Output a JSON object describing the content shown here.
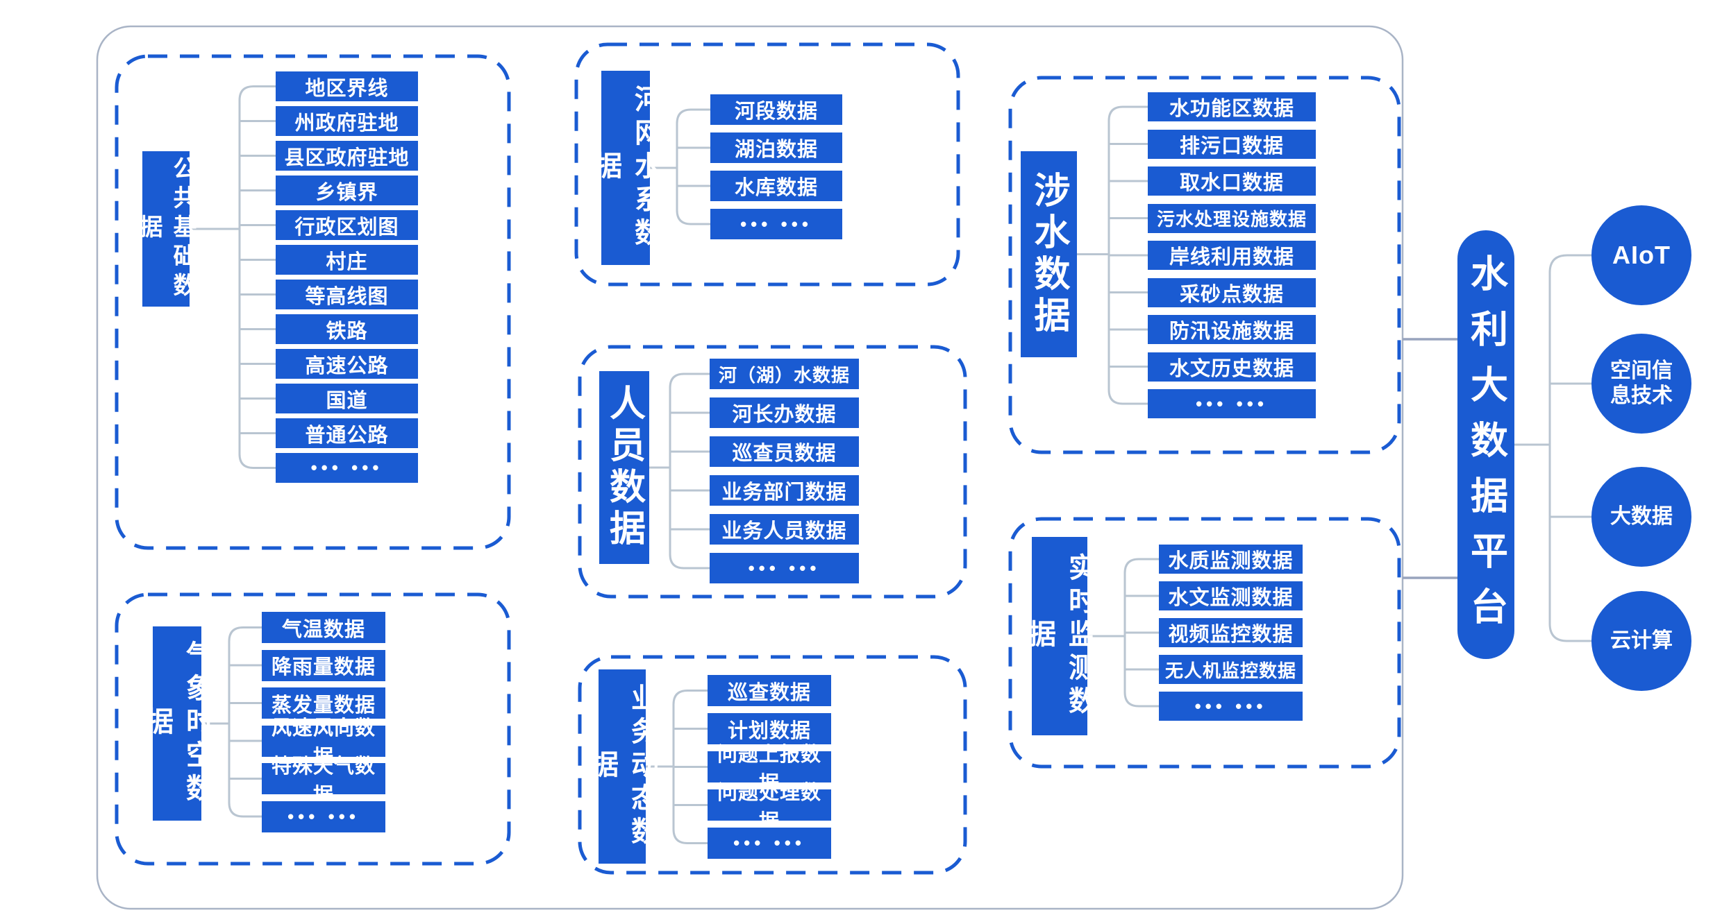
{
  "platform": {
    "title": "水利大数据平台"
  },
  "technologies": [
    {
      "label": "AIoT"
    },
    {
      "label": "空间信息技术"
    },
    {
      "label": "大数据"
    },
    {
      "label": "云计算"
    }
  ],
  "groups": [
    {
      "label": "公共基础数据",
      "items": [
        "地区界线",
        "州政府驻地",
        "县区政府驻地",
        "乡镇界",
        "行政区划图",
        "村庄",
        "等高线图",
        "铁路",
        "高速公路",
        "国道",
        "普通公路",
        "••• •••"
      ]
    },
    {
      "label": "河网水系数据",
      "items": [
        "河段数据",
        "湖泊数据",
        "水库数据",
        "••• •••"
      ]
    },
    {
      "label": "涉水数据",
      "items": [
        "水功能区数据",
        "排污口数据",
        "取水口数据",
        "污水处理设施数据",
        "岸线利用数据",
        "采砂点数据",
        "防汛设施数据",
        "水文历史数据",
        "••• •••"
      ]
    },
    {
      "label": "人员数据",
      "items": [
        "河（湖）水数据",
        "河长办数据",
        "巡查员数据",
        "业务部门数据",
        "业务人员数据",
        "••• •••"
      ]
    },
    {
      "label": "气象时空数据",
      "items": [
        "气温数据",
        "降雨量数据",
        "蒸发量数据",
        "风速风向数据",
        "特殊天气数据",
        "••• •••"
      ]
    },
    {
      "label": "业务动态数据",
      "items": [
        "巡查数据",
        "计划数据",
        "问题上报数据",
        "问题处理数据",
        "••• •••"
      ]
    },
    {
      "label": "实时监测数据",
      "items": [
        "水质监测数据",
        "水文监测数据",
        "视频监控数据",
        "无人机监控数据",
        "••• •••"
      ]
    }
  ],
  "colors": {
    "node_blue": "#1a5bd2",
    "wire_light": "#b9c5d1",
    "wire_dark": "#98a4bd",
    "container_border": "#a9b4c6",
    "text": "#ffffff"
  }
}
